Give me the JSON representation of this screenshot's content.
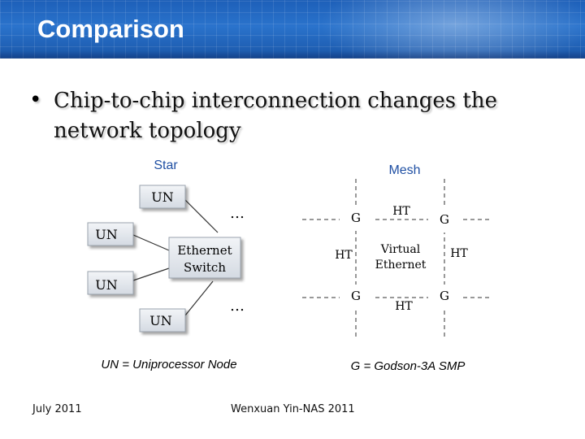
{
  "slide": {
    "title": "Comparison",
    "bullet": "Chip-to-chip interconnection changes the network topology"
  },
  "star": {
    "label": "Star",
    "nodes": [
      "UN",
      "UN",
      "UN",
      "UN"
    ],
    "switch_line1": "Ethernet",
    "switch_line2": "Switch",
    "ellipsis": [
      "…",
      "…"
    ],
    "legend": "UN = Uniprocessor Node"
  },
  "mesh": {
    "label": "Mesh",
    "nodes": [
      "G",
      "G",
      "G",
      "G"
    ],
    "links": [
      "HT",
      "HT",
      "HT",
      "HT"
    ],
    "center_line1": "Virtual",
    "center_line2": "Ethernet",
    "legend": "G = Godson-3A SMP"
  },
  "footer": {
    "date": "July 2011",
    "author": "Wenxuan Yin-NAS 2011"
  },
  "colors": {
    "header": "#1f63bb",
    "label_blue": "#1f4fa3",
    "box_fill": "#dfe4ea"
  }
}
